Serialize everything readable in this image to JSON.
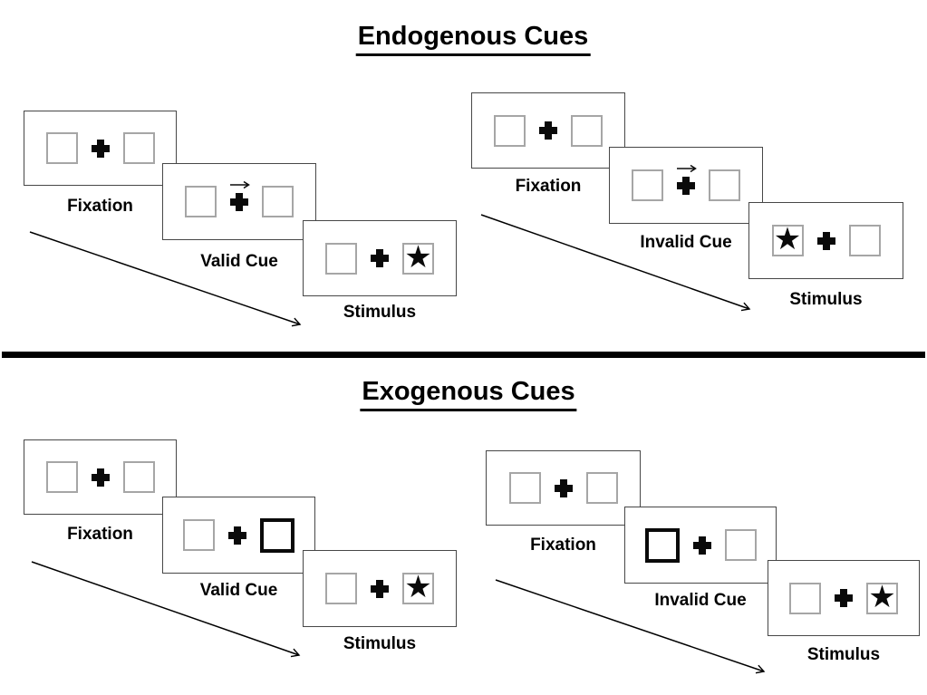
{
  "diagram": {
    "kind": "posner-cueing-task",
    "glyphs": {
      "star": "★"
    },
    "colors": {
      "ink": "#000000",
      "panel_border": "#474747",
      "box_border": "#a6a6a6",
      "divider": "#000000"
    },
    "sections": [
      {
        "title": "Endogenous Cues",
        "cue_style": "central-arrow",
        "sequences": [
          {
            "name": "endogenous-valid",
            "steps": [
              {
                "label": "Fixation",
                "cue": "none",
                "star": "none"
              },
              {
                "label": "Valid Cue",
                "cue": "arrow-right",
                "star": "none"
              },
              {
                "label": "Stimulus",
                "cue": "none",
                "star": "right"
              }
            ]
          },
          {
            "name": "endogenous-invalid",
            "steps": [
              {
                "label": "Fixation",
                "cue": "none",
                "star": "none"
              },
              {
                "label": "Invalid Cue",
                "cue": "arrow-right",
                "star": "none"
              },
              {
                "label": "Stimulus",
                "cue": "none",
                "star": "left"
              }
            ]
          }
        ]
      },
      {
        "title": "Exogenous Cues",
        "cue_style": "peripheral-bold-box",
        "sequences": [
          {
            "name": "exogenous-valid",
            "steps": [
              {
                "label": "Fixation",
                "cue": "none",
                "star": "none"
              },
              {
                "label": "Valid Cue",
                "cue": "bold-box-right",
                "star": "none"
              },
              {
                "label": "Stimulus",
                "cue": "none",
                "star": "right"
              }
            ]
          },
          {
            "name": "exogenous-invalid",
            "steps": [
              {
                "label": "Fixation",
                "cue": "none",
                "star": "none"
              },
              {
                "label": "Invalid Cue",
                "cue": "bold-box-left",
                "star": "none"
              },
              {
                "label": "Stimulus",
                "cue": "none",
                "star": "right"
              }
            ]
          }
        ]
      }
    ]
  }
}
